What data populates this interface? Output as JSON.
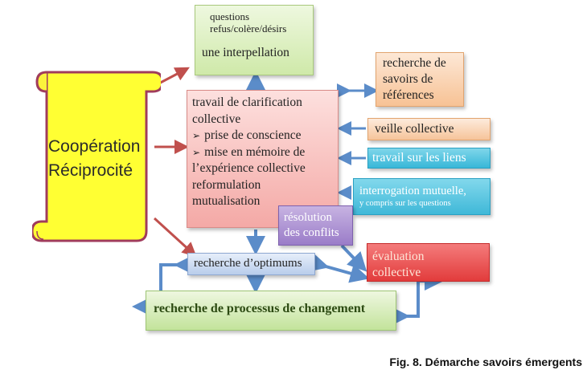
{
  "scroll": {
    "line1": "Coopération",
    "line2": "Réciprocité"
  },
  "interpellation": {
    "small1": "questions",
    "small2": "refus/colère/désirs",
    "main": "une interpellation"
  },
  "clarification": {
    "line1": "travail de clarification",
    "line2": "collective",
    "bullet1": "prise de conscience",
    "bullet2": "mise en mémoire de",
    "line5": "l’expérience collective",
    "line6": "reformulation",
    "line7": "mutualisation"
  },
  "references": {
    "line1": "recherche de",
    "line2": "savoirs de",
    "line3": "références"
  },
  "veille": "veille collective",
  "liens": "travail sur les liens",
  "interrogation": {
    "line1": "interrogation mutuelle,",
    "line2": "y compris sur les questions"
  },
  "resolution": {
    "line1": "résolution",
    "line2": "des conflits"
  },
  "evaluation": {
    "line1": "évaluation",
    "line2": "collective"
  },
  "optimums": "recherche d’optimums",
  "processus": "recherche de processus de changement",
  "caption": "Fig. 8.  Démarche savoirs émergents",
  "colors": {
    "arrow_blue": "#5b8cc9",
    "arrow_red": "#c0504d",
    "scroll_yellow": "#ffff33",
    "scroll_border": "#9b2d4d"
  }
}
